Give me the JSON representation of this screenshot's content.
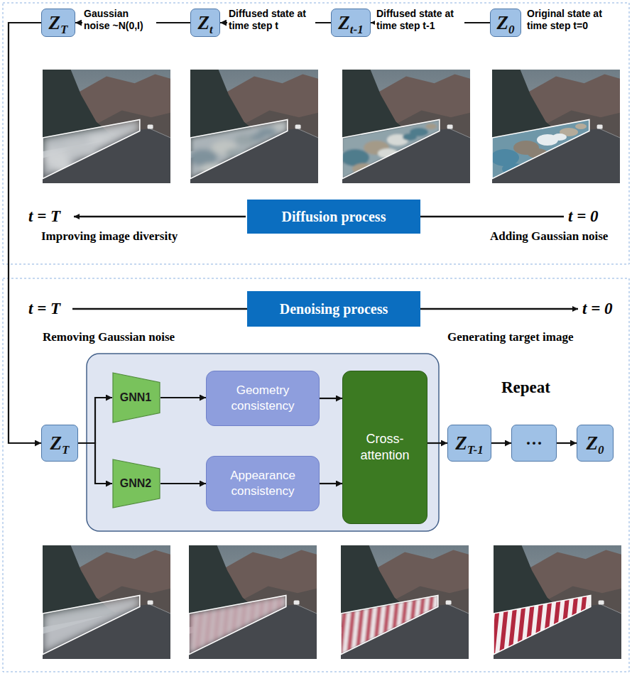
{
  "diagram": {
    "nodes": [
      {
        "text": [
          "ZT"
        ]
      },
      {
        "text": [
          "Zt"
        ]
      },
      {
        "text": [
          "Zt-1"
        ]
      },
      {
        "text": [
          "Z0"
        ]
      },
      {
        "text": [
          "Diffusion process"
        ]
      },
      {
        "text": [
          "Denoising process"
        ]
      },
      {
        "text": [
          "ZT"
        ]
      },
      {
        "text": [
          "GNN1"
        ]
      },
      {
        "text": [
          "GNN2"
        ]
      },
      {
        "text": [
          "Geometry consistency"
        ]
      },
      {
        "text": [
          "Appearance consistency"
        ]
      },
      {
        "text": [
          "Cross-attention"
        ]
      },
      {
        "text": [
          "ZT-1"
        ]
      },
      {
        "text": [
          "···"
        ]
      },
      {
        "text": [
          "Z0"
        ]
      }
    ],
    "edges": [
      {
        "from": 3,
        "to": 2,
        "arrow": "to"
      },
      {
        "from": 2,
        "to": 1,
        "arrow": "to"
      },
      {
        "from": 1,
        "to": 0,
        "arrow": "to"
      },
      {
        "from": 0,
        "to": 6,
        "arrow": "to"
      },
      {
        "from": 6,
        "to": 7,
        "arrow": "to"
      },
      {
        "from": 6,
        "to": 8,
        "arrow": "to"
      },
      {
        "from": 7,
        "to": 9,
        "arrow": "to"
      },
      {
        "from": 8,
        "to": 10,
        "arrow": "to"
      },
      {
        "from": 9,
        "to": 11,
        "arrow": "to"
      },
      {
        "from": 10,
        "to": 11,
        "arrow": "to"
      },
      {
        "from": 11,
        "to": 12,
        "arrow": "to"
      },
      {
        "from": 12,
        "to": 13,
        "arrow": "to"
      },
      {
        "from": 13,
        "to": 14,
        "arrow": "to"
      }
    ],
    "labels": [
      "Gaussian noise ~N(0,I)",
      "Diffused state at time step t",
      "Diffused state at time step t-1",
      "Original state at time step t=0",
      "t = T",
      "t = 0",
      "Improving image diversity",
      "Adding Gaussian noise",
      "t = T",
      "t = 0",
      "Removing Gaussian noise",
      "Generating target image",
      "Repeat"
    ]
  }
}
